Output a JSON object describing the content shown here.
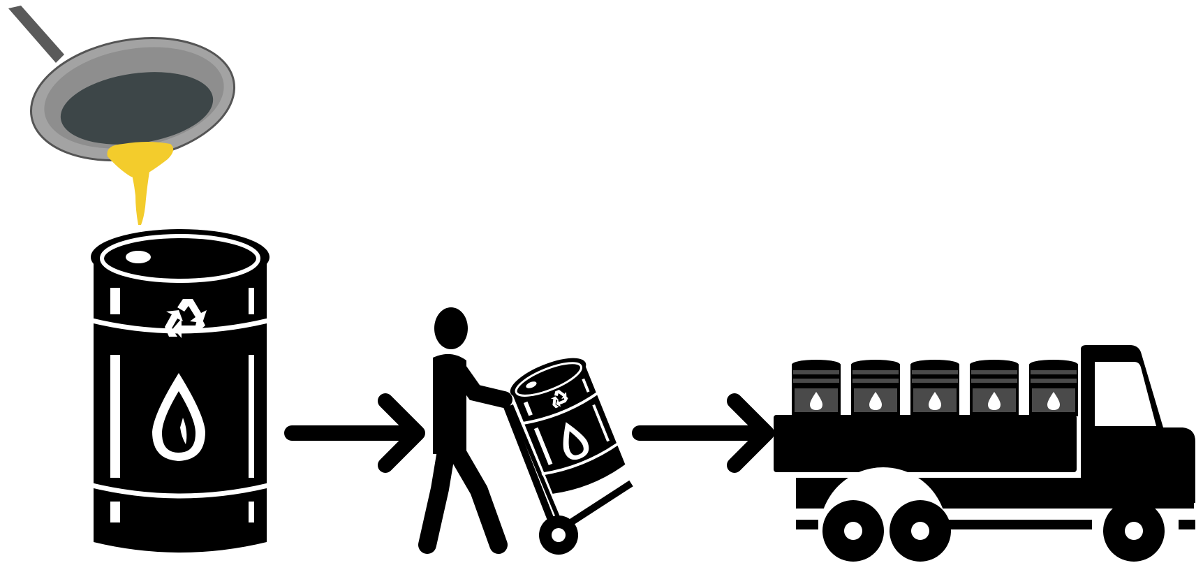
{
  "colors": {
    "background": "#ffffff",
    "ink": "#000000",
    "pan_rim": "#a3a3a3",
    "pan_inner": "#8e8e8e",
    "pan_oil_dark": "#3d4648",
    "pan_outline": "#555555",
    "handle": "#5a5a5a",
    "oil_yellow": "#f3cc2c",
    "oil_yellow_dark": "#e0b51a",
    "cargo_barrel_gray": "#4a4a4a",
    "white": "#ffffff"
  },
  "steps": [
    {
      "name": "pan-pouring-oil",
      "icon": "frying-pan-icon"
    },
    {
      "name": "collection-barrel",
      "icon": "oil-barrel-icon",
      "badges": [
        "recycle-icon",
        "oil-drop-icon"
      ]
    },
    {
      "name": "worker-with-hand-truck",
      "icon": "worker-hand-truck-icon",
      "badges": [
        "recycle-icon",
        "oil-drop-icon"
      ]
    },
    {
      "name": "delivery-truck",
      "icon": "truck-icon",
      "cargo_barrel_count": 5
    }
  ],
  "connectors": [
    "arrow-right-icon",
    "arrow-right-icon"
  ]
}
